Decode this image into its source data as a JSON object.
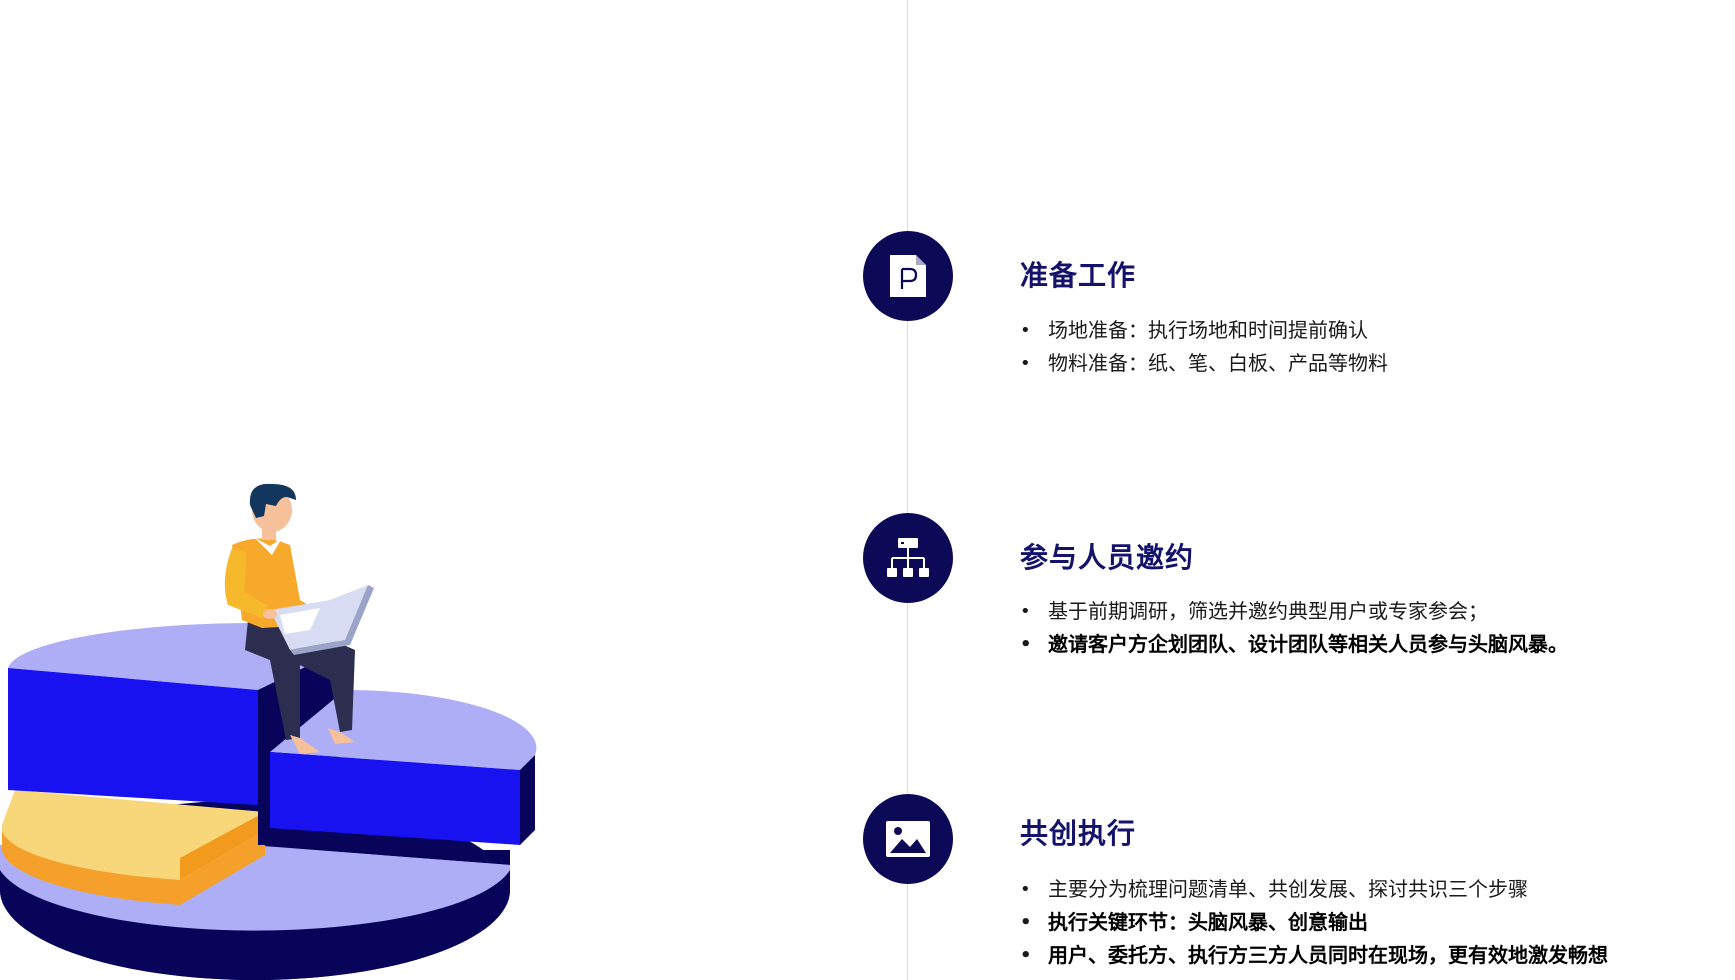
{
  "sections": [
    {
      "icon": "document-p-icon",
      "title": "准备工作",
      "bullets": [
        {
          "text": "场地准备：执行场地和时间提前确认",
          "bold": false
        },
        {
          "text": "物料准备：纸、笔、白板、产品等物料",
          "bold": false
        }
      ]
    },
    {
      "icon": "org-chart-icon",
      "title": "参与人员邀约",
      "bullets": [
        {
          "text": "基于前期调研，筛选并邀约典型用户或专家参会；",
          "bold": false
        },
        {
          "text": "邀请客户方企划团队、设计团队等相关人员参与头脑风暴。",
          "bold": true
        }
      ]
    },
    {
      "icon": "image-icon",
      "title": "共创执行",
      "bullets": [
        {
          "text": "主要分为梳理问题清单、共创发展、探讨共识三个步骤",
          "bold": false
        },
        {
          "text": "执行关键环节：头脑风暴、创意输出",
          "bold": true
        },
        {
          "text": "用户、委托方、执行方三方人员同时在现场，更有效地激发畅想",
          "bold": true
        }
      ]
    }
  ],
  "colors": {
    "icon_circle": "#0c0a57",
    "title": "#14126b",
    "chart_blue": "#1812f0",
    "chart_lavender": "#aeaef7",
    "chart_navy": "#07045a",
    "chart_yellow": "#f7d77a",
    "chart_orange": "#f5a02a"
  }
}
